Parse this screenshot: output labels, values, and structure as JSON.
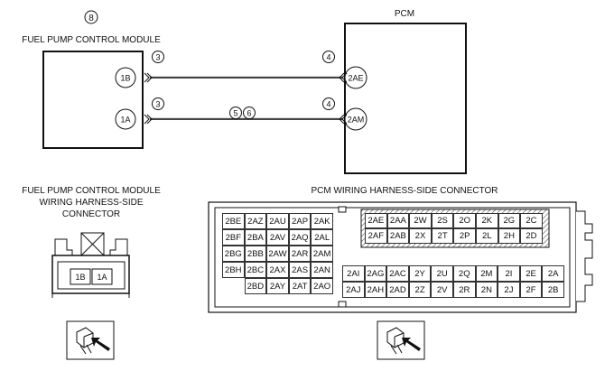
{
  "callout_module": "8",
  "labels": {
    "fpcm_title": "FUEL PUMP CONTROL MODULE",
    "pcm_title": "PCM",
    "fpcm_connector_line1": "FUEL PUMP CONTROL MODULE",
    "fpcm_connector_line2": "WIRING HARNESS-SIDE",
    "fpcm_connector_line3": "CONNECTOR",
    "pcm_connector": "PCM WIRING HARNESS-SIDE CONNECTOR"
  },
  "wires": [
    {
      "from_pin": "1B",
      "to_pin": "2AE",
      "left_callout": "3",
      "right_callout": "4",
      "mid_callouts": []
    },
    {
      "from_pin": "1A",
      "to_pin": "2AM",
      "left_callout": "3",
      "right_callout": "4",
      "mid_callouts": [
        "5",
        "6"
      ]
    }
  ],
  "fpcm_connector_pins": [
    "1B",
    "1A"
  ],
  "pcm_connector": {
    "left_block": [
      [
        "2BE",
        "2AZ",
        "2AU",
        "2AP",
        "2AK"
      ],
      [
        "2BF",
        "2BA",
        "2AV",
        "2AQ",
        "2AL"
      ],
      [
        "2BG",
        "2BB",
        "2AW",
        "2AR",
        "2AM"
      ],
      [
        "2BH",
        "2BC",
        "2AX",
        "2AS",
        "2AN"
      ],
      [
        "",
        "2BD",
        "2AY",
        "2AT",
        "2AO"
      ]
    ],
    "upper_right_block": [
      [
        "2AE",
        "2AA",
        "2W",
        "2S",
        "2O",
        "2K",
        "2G",
        "2C"
      ],
      [
        "2AF",
        "2AB",
        "2X",
        "2T",
        "2P",
        "2L",
        "2H",
        "2D"
      ]
    ],
    "lower_right_block": [
      [
        "2AI",
        "2AG",
        "2AC",
        "2Y",
        "2U",
        "2Q",
        "2M",
        "2I",
        "2E",
        "2A"
      ],
      [
        "2AJ",
        "2AH",
        "2AD",
        "2Z",
        "2V",
        "2R",
        "2N",
        "2J",
        "2F",
        "2B"
      ]
    ]
  }
}
